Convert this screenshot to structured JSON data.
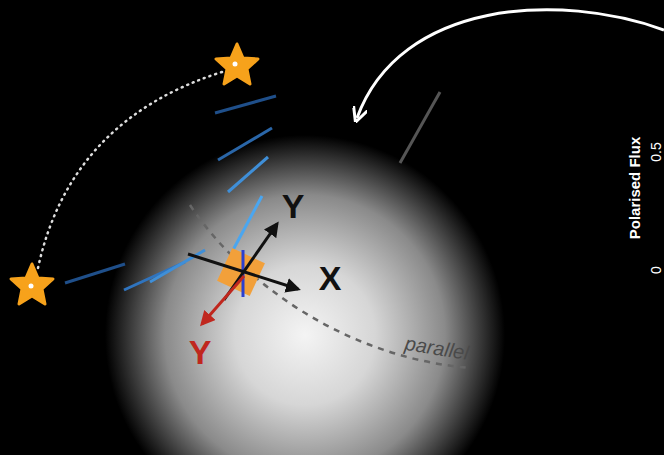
{
  "diagram": {
    "labels": [
      "Y",
      "X",
      "Y",
      "parallel",
      "Polarised Flux",
      "0.5",
      "0"
    ]
  }
}
